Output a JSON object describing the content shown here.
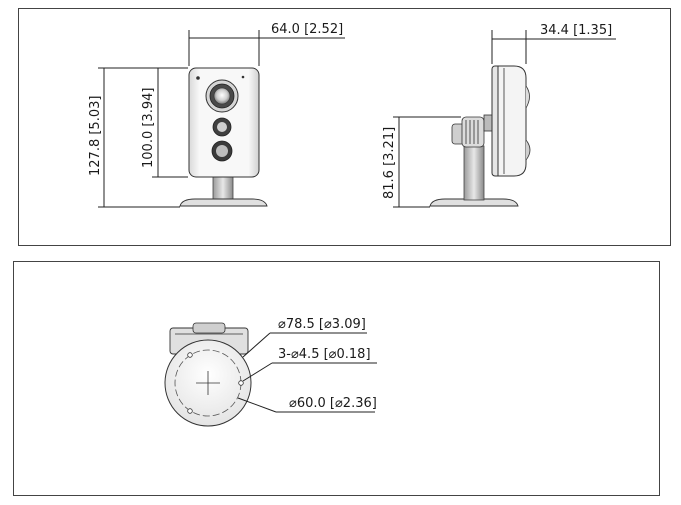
{
  "front_view": {
    "width_dim": "64.0 [2.52]",
    "body_height_dim": "100.0 [3.94]",
    "total_height_dim": "127.8 [5.03]"
  },
  "side_view": {
    "depth_dim": "34.4 [1.35]",
    "mount_height_dim": "81.6 [3.21]"
  },
  "bottom_view": {
    "base_diameter_dim": "⌀78.5 [⌀3.09]",
    "holes_dim": "3-⌀4.5 [⌀0.18]",
    "bolt_circle_dim": "⌀60.0 [⌀2.36]"
  }
}
